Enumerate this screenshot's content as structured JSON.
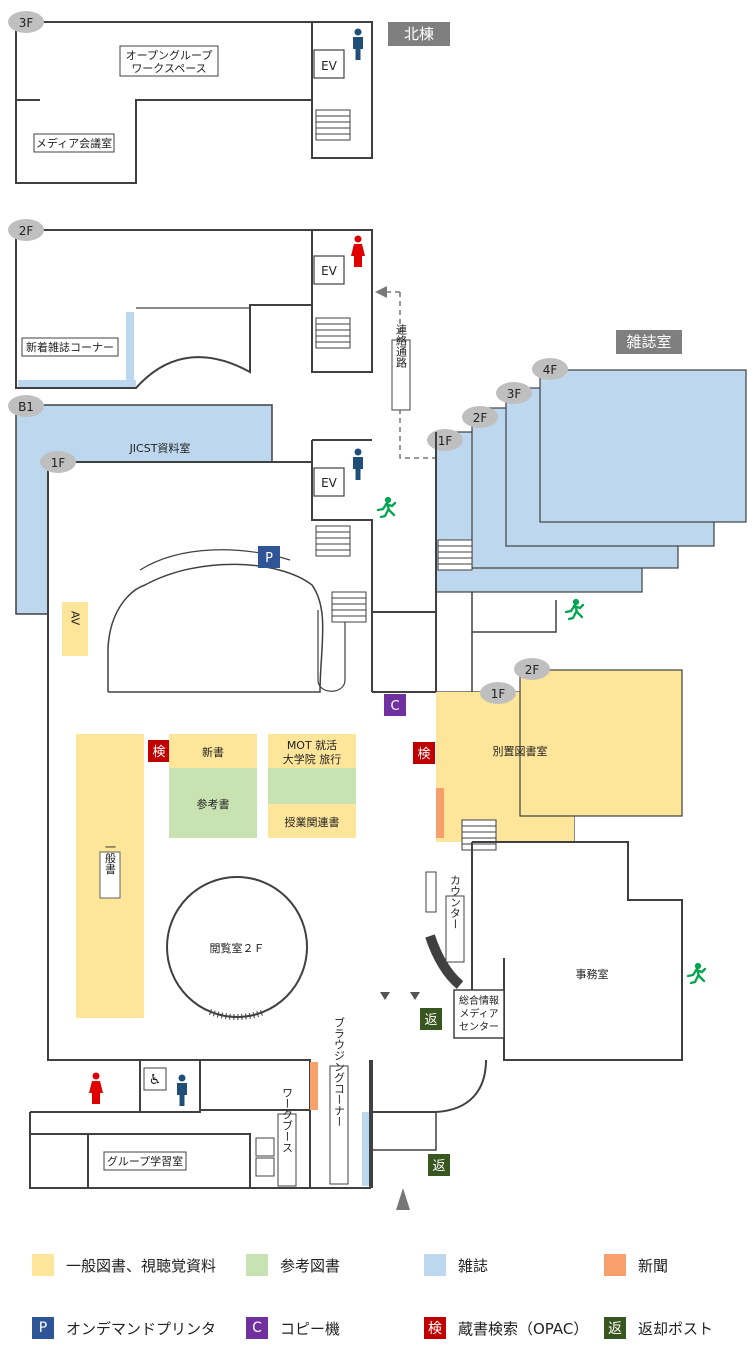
{
  "colors": {
    "general": "#fde59a",
    "reference": "#c9e2b2",
    "magazine": "#bdd7ee",
    "newspaper": "#f8a06b",
    "print": "#2f5597",
    "copy": "#7030a0",
    "opac": "#c00000",
    "return": "#38561f",
    "badge": "#7f7f7f",
    "floor_tag": "#bfbfbf",
    "wall": "#404040",
    "exit": "#00a550",
    "toilet_male": "#1f4e79",
    "toilet_female": "#e00000"
  },
  "header": {
    "north_building": "北棟",
    "magazine_room": "雑誌室"
  },
  "floors": {
    "f3": "3F",
    "f2": "2F",
    "b1": "B1",
    "f1": "1F",
    "f4": "4F"
  },
  "rooms": {
    "open_group_1": "オープングループ",
    "open_group_2": "ワークスペース",
    "media_meeting": "メディア会議室",
    "new_magazine": "新着雑誌コーナー",
    "jicst": "JICST資料室",
    "av": "AV",
    "ev": "EV",
    "passage": "連絡通路",
    "new_books": "新書",
    "reference_books": "参考書",
    "mot_1": "MOT 就活",
    "mot_2": "大学院 旅行",
    "class_related": "授業関連書",
    "general_books": "一般書",
    "reading_room": "閲覧室２Ｆ",
    "annex_library": "別置図書室",
    "counter": "カウンター",
    "office": "事務室",
    "media_center_1": "総合情報",
    "media_center_2": "メディア",
    "media_center_3": "センター",
    "group_study": "グループ学習室",
    "work_booth": "ワークブース",
    "browsing": "ブラウジングコーナー"
  },
  "markers": {
    "print": "P",
    "copy": "C",
    "opac": "検",
    "return": "返"
  },
  "legend": [
    {
      "label": "一般図書、視聴覚資料"
    },
    {
      "label": "参考図書"
    },
    {
      "label": "雑誌"
    },
    {
      "label": "新聞"
    },
    {
      "label": "オンデマンドプリンタ"
    },
    {
      "label": "コピー機"
    },
    {
      "label": "蔵書検索（OPAC）"
    },
    {
      "label": "返却ポスト"
    }
  ]
}
